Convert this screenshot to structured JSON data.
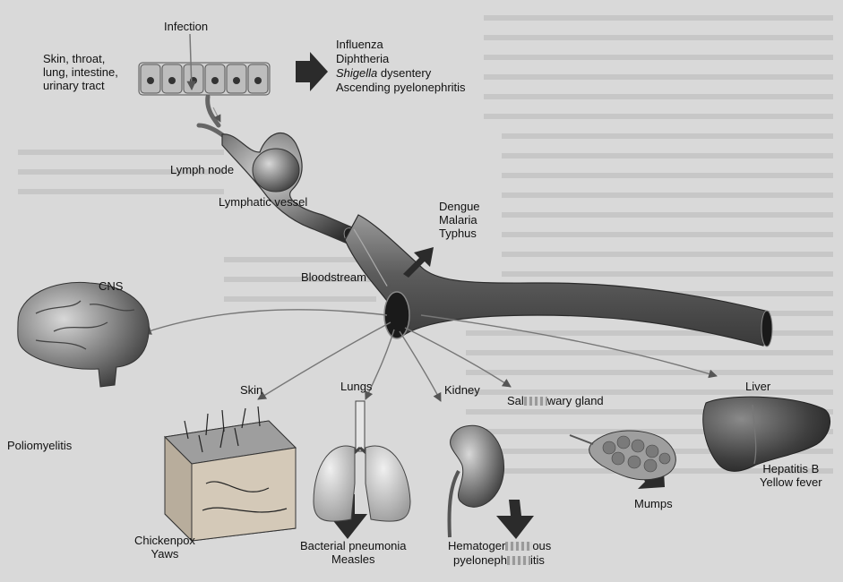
{
  "labels": {
    "infection": "Infection",
    "skin_throat": "Skin, throat,\nlung, intestine,\nurinary tract",
    "diseases_epithelial": {
      "influenza": "Influenza",
      "diphtheria": "Diphtheria",
      "shigella_italic": "Shigella",
      "shigella_rest": " dysentery",
      "pyelonephritis": "Ascending pyelonephritis"
    },
    "lymph_node": "Lymph node",
    "lymphatic_vessel": "Lymphatic vessel",
    "dengue_group": "Dengue\nMalaria\nTyphus",
    "bloodstream": "Bloodstream",
    "cns": "CNS",
    "poliomyelitis": "Poliomyelitis",
    "skin": "Skin",
    "chickenpox_yaws": "Chickenpox\nYaws",
    "lungs": "Lungs",
    "lungs_diseases": "Bacterial pneumonia\nMeasles",
    "kidney": "Kidney",
    "kidney_diseases_a": "Hematoger",
    "kidney_diseases_a2": "ous",
    "kidney_diseases_b": "pyeloneph",
    "kidney_diseases_b2": "itis",
    "salivary_a": "Sal",
    "salivary_b": "wary gland",
    "mumps": "Mumps",
    "liver": "Liver",
    "liver_diseases": "Hepatitis B\nYellow fever"
  },
  "colors": {
    "background": "#d9d9d9",
    "arrow_fill": "#2b2b2b",
    "vessel": "#6f6f6f",
    "organ_dark": "#3a3a3a",
    "organ_light": "#bdbdbd"
  },
  "icons": [
    "brain-icon",
    "skin-block-icon",
    "lungs-icon",
    "kidney-icon",
    "salivary-gland-icon",
    "liver-icon",
    "epithelial-cells-icon"
  ]
}
